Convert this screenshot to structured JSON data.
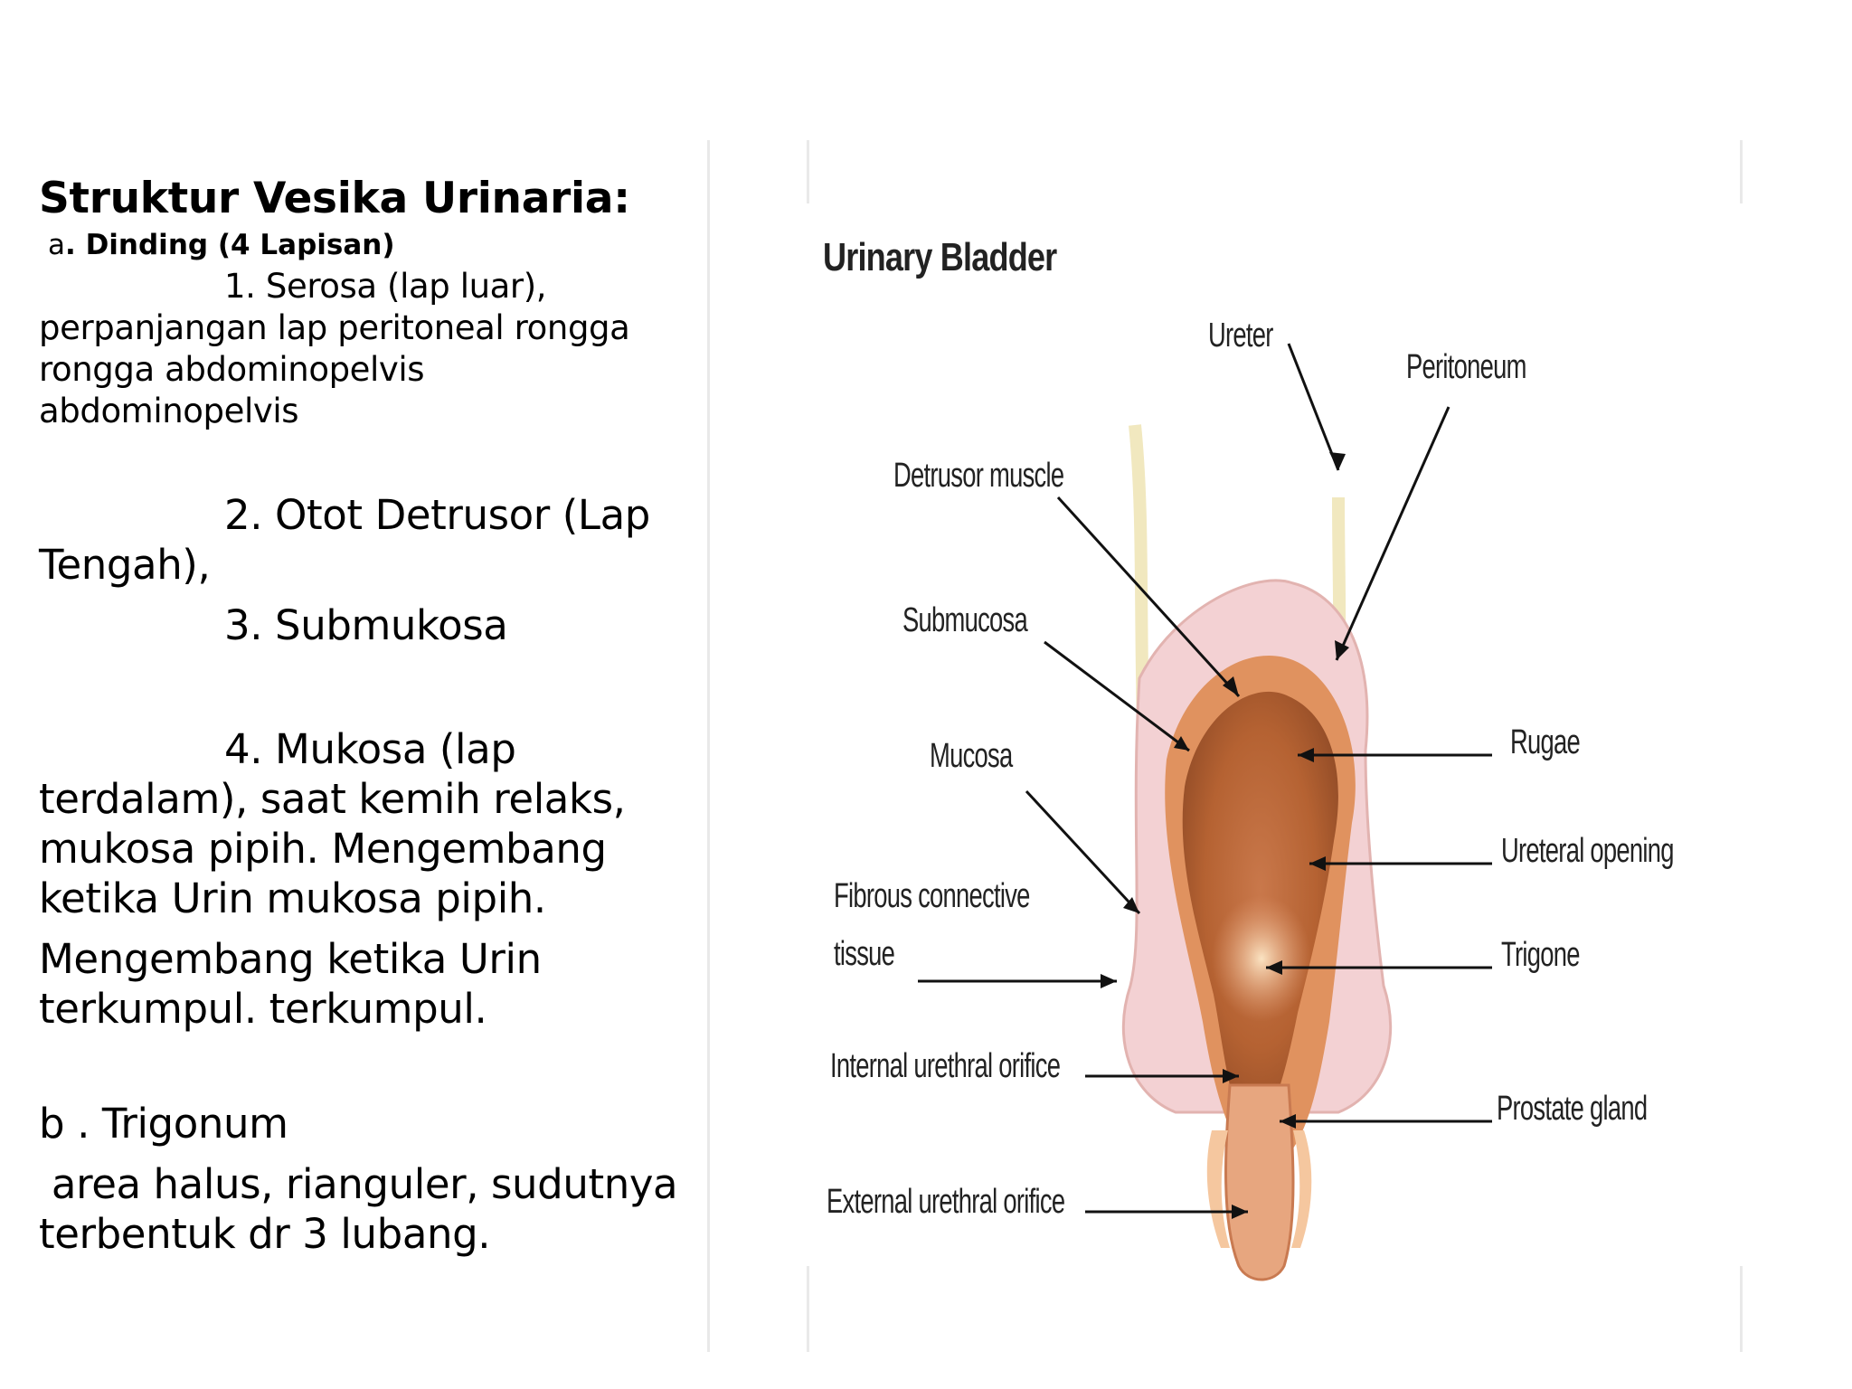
{
  "slide": {
    "title": "Struktur Vesika Urinaria:",
    "section_a_prefix": "a",
    "section_a_label": ". Dinding (4 Lapisan)",
    "layer1_head": "1. Serosa (lap luar),",
    "layer1_line2": "perpanjangan lap peritoneal rongga",
    "layer1_line3": "rongga abdominopelvis",
    "layer1_line4": "abdominopelvis",
    "layer2_head": "2. Otot Detrusor (Lap",
    "layer2_line2": "Tengah),",
    "layer3_head": "3. Submukosa",
    "layer4_head": "4. Mukosa (lap",
    "layer4_line2": "terdalam), saat kemih relaks,",
    "layer4_line3": "mukosa pipih. Mengembang",
    "layer4_line4": "ketika Urin mukosa pipih.",
    "layer4_line5": "Mengembang ketika Urin",
    "layer4_line6": "terkumpul. terkumpul.",
    "section_b_title": "b . Trigonum",
    "section_b_line1": " area halus, rianguler, sudutnya",
    "section_b_line2": "terbentuk dr 3 lubang."
  },
  "figure": {
    "title": "Urinary Bladder",
    "labels": {
      "ureter": "Ureter",
      "peritoneum": "Peritoneum",
      "detrusor": "Detrusor muscle",
      "submucosa": "Submucosa",
      "mucosa": "Mucosa",
      "fibrous1": "Fibrous connective",
      "fibrous2": "tissue",
      "internal": "Internal urethral orifice",
      "external": "External urethral orifice",
      "rugae": "Rugae",
      "ureteral": "Ureteral opening",
      "trigone": "Trigone",
      "prostate": "Prostate gland"
    }
  },
  "colors": {
    "peritoneum": "#f3d1d3",
    "bladder_outer": "#e0925f",
    "bladder_inner": "#b8653a",
    "ureter": "#f6efc8",
    "trigone_highlight": "#f7d2a8"
  }
}
